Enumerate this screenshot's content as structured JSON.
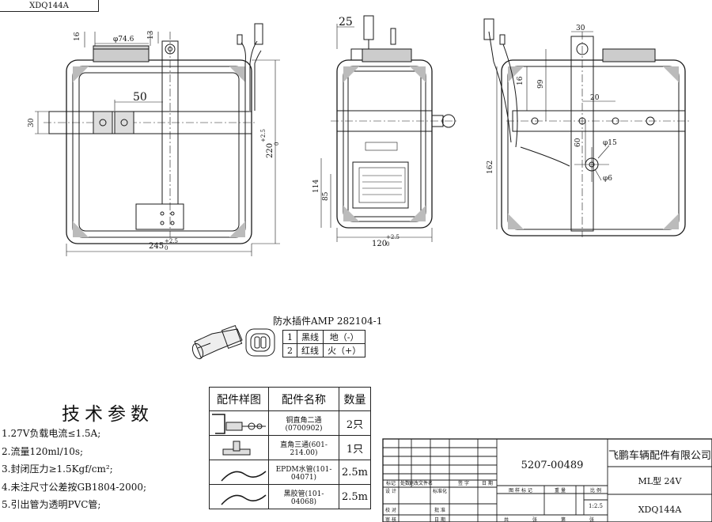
{
  "corner_tag": "XDQ144A",
  "dims": {
    "d16": "16",
    "d13": "13",
    "dia74": "φ74.6",
    "d50": "50",
    "d30": "30",
    "d220": "220",
    "d220_tol_up": "+2.5",
    "d220_tol_low": "0",
    "d245": "245",
    "d245_tol_up": "+2.5",
    "d245_tol_low": "0",
    "d25": "25",
    "d114": "114",
    "d85": "85",
    "d120": "120",
    "d120_tol_up": "+2.5",
    "d120_tol_low": "0",
    "r30": "30",
    "r16": "16",
    "r99": "99",
    "r20": "20",
    "r60": "60",
    "r162": "162",
    "dia15": "φ15",
    "dia6": "φ6"
  },
  "plug": {
    "title": "防水插件AMP 282104-1",
    "rows": [
      {
        "no": "1",
        "wire": "黑线",
        "func": "地（-）"
      },
      {
        "no": "2",
        "wire": "红线",
        "func": "火（+）"
      }
    ]
  },
  "tech": {
    "title": "技术参数",
    "items": [
      "1.27V负载电流≤1.5A;",
      "2.流量120ml/10s;",
      "3.封闭压力≥1.5Kgf/cm²;",
      "4.未注尺寸公差按GB1804-2000;",
      "5.引出管为透明PVC管;"
    ]
  },
  "parts": {
    "headers": [
      "配件样图",
      "配件名称",
      "数量"
    ],
    "rows": [
      {
        "name": "铜直角二通(0700902)",
        "qty": "2只"
      },
      {
        "name": "直角三通(601-214.00)",
        "qty": "1只"
      },
      {
        "name": "EPDM水管(101-04071)",
        "qty": "2.5m"
      },
      {
        "name": "黑胶管(101-04068)",
        "qty": "2.5m"
      }
    ]
  },
  "title_block": {
    "drawing_no": "5207-00489",
    "company": "飞鹏车辆配件有限公司",
    "model": "ML型 24V",
    "part_code": "XDQ144A",
    "scale": "1:2.5",
    "row_labels": [
      "标记",
      "处数",
      "更改文件名",
      "签 字",
      "日 期"
    ],
    "left_labels": [
      "设 计",
      "校 对",
      "审 核"
    ],
    "mid_labels": [
      "标准化",
      "批 准",
      "日 期"
    ],
    "stage_labels": [
      "图 样 标 记",
      "重 量",
      "比 例"
    ],
    "sheet_labels": [
      "共",
      "张",
      "第",
      "张"
    ]
  }
}
